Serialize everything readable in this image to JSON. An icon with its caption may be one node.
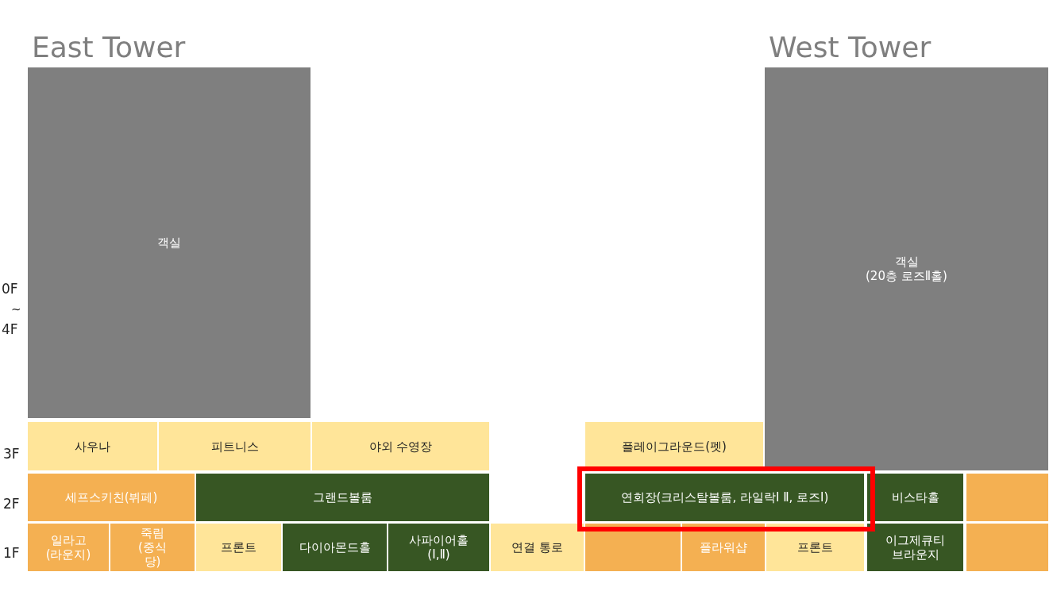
{
  "diagram": {
    "nodes": [
      {
        "text": [
          "객실"
        ],
        "beside": [
          "East Tower"
        ]
      },
      {
        "text": [
          "객실",
          "(20층 로즈Ⅱ홀)"
        ],
        "beside": [
          "West Tower"
        ]
      },
      {
        "text": [
          "사우나"
        ]
      },
      {
        "text": [
          "피트니스"
        ]
      },
      {
        "text": [
          "야외 수영장"
        ]
      },
      {
        "text": [
          "플레이그라운드(펫)"
        ]
      },
      {
        "text": [
          "세프스키친(뷔페)"
        ]
      },
      {
        "text": [
          "그랜드볼룸"
        ]
      },
      {
        "text": [
          "연회장(크리스탈볼룸, 라일락Ⅰ Ⅱ, 로즈Ⅰ)"
        ]
      },
      {
        "text": [
          "비스타홀"
        ]
      },
      {
        "text": [],
        "shape": "box"
      },
      {
        "text": [
          "일라고 (라운지)"
        ]
      },
      {
        "text": [
          "죽림 (중식당)"
        ]
      },
      {
        "text": [
          "프론트"
        ]
      },
      {
        "text": [
          "다이아몬드홀"
        ]
      },
      {
        "text": [
          "사파이어홀 (Ⅰ,Ⅱ)"
        ]
      },
      {
        "text": [
          "연결 통로"
        ]
      },
      {
        "text": [],
        "shape": "box"
      },
      {
        "text": [
          "플라워샵"
        ]
      },
      {
        "text": [
          "프론트"
        ]
      },
      {
        "text": [
          "이그제큐티브라운지"
        ]
      },
      {
        "text": [],
        "shape": "box"
      }
    ],
    "labels": [
      "0F",
      "~",
      "4F",
      "3F",
      "2F",
      "1F"
    ]
  }
}
